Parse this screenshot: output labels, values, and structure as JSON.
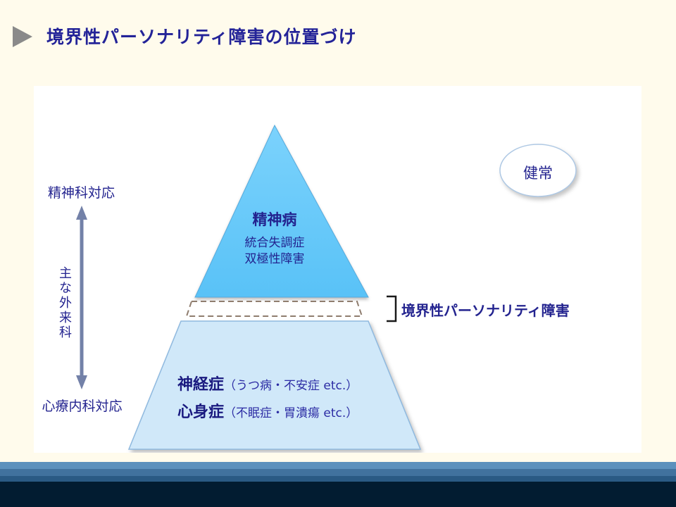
{
  "slide": {
    "title": "境界性パーソナリティ障害の位置づけ"
  },
  "pyramid": {
    "top": {
      "label": "精神病",
      "items": [
        "統合失調症",
        "双極性障害"
      ]
    },
    "gap": {
      "label": "境界性パーソナリティ障害"
    },
    "bottom": {
      "lines": [
        {
          "name": "神経症",
          "detail": "（うつ病・不安症 etc.）"
        },
        {
          "name": "心身症",
          "detail": "（不眠症・胃潰瘍 etc.）"
        }
      ]
    }
  },
  "axis": {
    "top_label": "精神科対応",
    "middle_label": "主な外来科",
    "bottom_label": "心療内科対応"
  },
  "healthy": {
    "label": "健常"
  },
  "icons": {
    "bullet": "right-triangle-icon"
  },
  "colors": {
    "background_cream": "#FFFBEC",
    "title_navy": "#232398",
    "accent_red": "#C00000",
    "triangle_fill": "#66CBFA",
    "trapezoid_fill": "#D0E8F9",
    "dashed_border": "#8F7D6E",
    "arrow_slate": "#7381A8",
    "footer_band1": "#5C91BD",
    "footer_band2": "#41729E",
    "footer_band3": "#2A5A84",
    "footer_dark": "#021C31"
  }
}
